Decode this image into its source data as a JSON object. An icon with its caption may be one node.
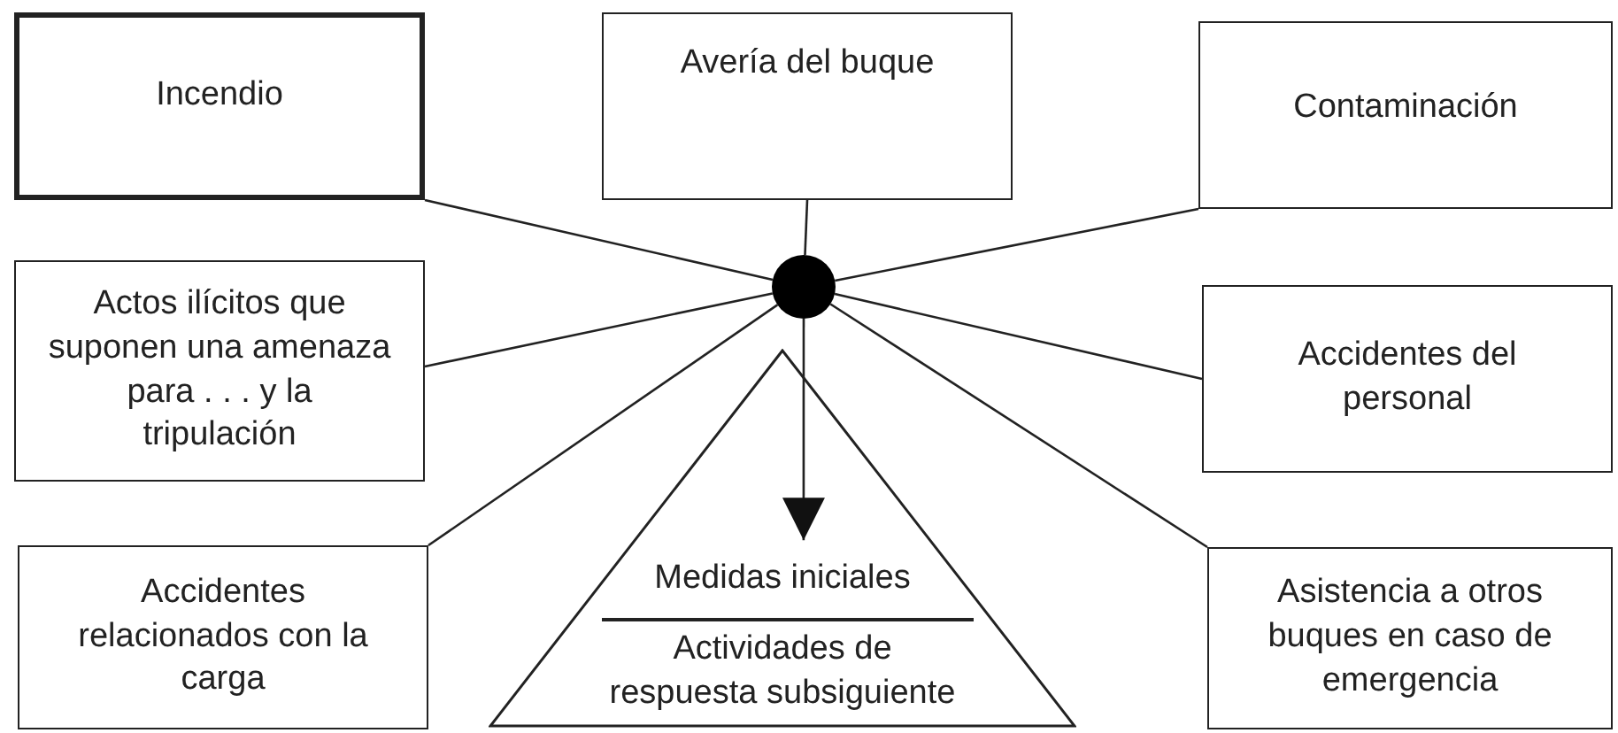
{
  "diagram": {
    "nodes": [
      {
        "text": [
          "Incendio"
        ]
      },
      {
        "text": [
          "Avería del buque"
        ]
      },
      {
        "text": [
          "Contaminación"
        ]
      },
      {
        "text": [],
        "shape": "circle"
      },
      {
        "text": [
          "Actos ilícitos que suponen una amenaza para . . . y la tripulación"
        ]
      },
      {
        "text": [
          "Accidentes del personal"
        ]
      },
      {
        "text": [
          "Accidentes relacionados con la carga"
        ]
      },
      {
        "text": [
          "Medidas iniciales",
          "Actividades de respuesta subsiguiente"
        ]
      },
      {
        "text": [
          "Asistencia a otros buques en caso de emergencia"
        ]
      }
    ],
    "edges": [
      {
        "from": 0,
        "to": 3,
        "arrow": "none"
      },
      {
        "from": 1,
        "to": 3,
        "arrow": "none"
      },
      {
        "from": 2,
        "to": 3,
        "arrow": "none"
      },
      {
        "from": 4,
        "to": 3,
        "arrow": "none"
      },
      {
        "from": 5,
        "to": 3,
        "arrow": "none"
      },
      {
        "from": 6,
        "to": 3,
        "arrow": "none"
      },
      {
        "from": 8,
        "to": 3,
        "arrow": "none"
      },
      {
        "from": 3,
        "to": 7,
        "arrow": "to"
      }
    ]
  }
}
